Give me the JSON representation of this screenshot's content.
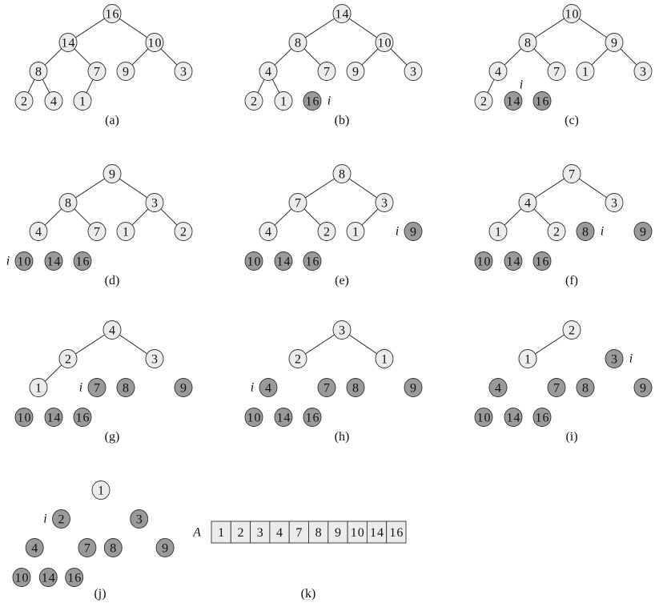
{
  "colors": {
    "light_node": "#ececec",
    "dark_node": "#9a9a9a",
    "stroke": "#333333"
  },
  "pointer_label": "i",
  "panels": [
    {
      "label": "(a)",
      "values": [
        "16",
        "14",
        "10",
        "8",
        "7",
        "9",
        "3",
        "2",
        "4",
        "1"
      ],
      "heap_size": 10,
      "i_index": null,
      "i_side": null
    },
    {
      "label": "(b)",
      "values": [
        "14",
        "8",
        "10",
        "4",
        "7",
        "9",
        "3",
        "2",
        "1",
        "16"
      ],
      "heap_size": 9,
      "i_index": 9,
      "i_side": "right"
    },
    {
      "label": "(c)",
      "values": [
        "10",
        "8",
        "9",
        "4",
        "7",
        "1",
        "3",
        "2",
        "14",
        "16"
      ],
      "heap_size": 8,
      "i_index": 8,
      "i_side": "above"
    },
    {
      "label": "(d)",
      "values": [
        "9",
        "8",
        "3",
        "4",
        "7",
        "1",
        "2",
        "10",
        "14",
        "16"
      ],
      "heap_size": 7,
      "i_index": 7,
      "i_side": "left"
    },
    {
      "label": "(e)",
      "values": [
        "8",
        "7",
        "3",
        "4",
        "2",
        "1",
        "9",
        "10",
        "14",
        "16"
      ],
      "heap_size": 6,
      "i_index": 6,
      "i_side": "left"
    },
    {
      "label": "(f)",
      "values": [
        "7",
        "4",
        "3",
        "1",
        "2",
        "8",
        "9",
        "10",
        "14",
        "16"
      ],
      "heap_size": 5,
      "i_index": 5,
      "i_side": "right"
    },
    {
      "label": "(g)",
      "values": [
        "4",
        "2",
        "3",
        "1",
        "7",
        "8",
        "9",
        "10",
        "14",
        "16"
      ],
      "heap_size": 4,
      "i_index": 4,
      "i_side": "left"
    },
    {
      "label": "(h)",
      "values": [
        "3",
        "2",
        "1",
        "4",
        "7",
        "8",
        "9",
        "10",
        "14",
        "16"
      ],
      "heap_size": 3,
      "i_index": 3,
      "i_side": "left"
    },
    {
      "label": "(i)",
      "values": [
        "2",
        "1",
        "3",
        "4",
        "7",
        "8",
        "9",
        "10",
        "14",
        "16"
      ],
      "heap_size": 2,
      "i_index": 2,
      "i_side": "right"
    },
    {
      "label": "(j)",
      "values": [
        "1",
        "2",
        "3",
        "4",
        "7",
        "8",
        "9",
        "10",
        "14",
        "16"
      ],
      "heap_size": 1,
      "i_index": 1,
      "i_side": "left"
    }
  ],
  "array": {
    "name": "A",
    "label": "(k)",
    "values": [
      "1",
      "2",
      "3",
      "4",
      "7",
      "8",
      "9",
      "10",
      "14",
      "16"
    ]
  }
}
